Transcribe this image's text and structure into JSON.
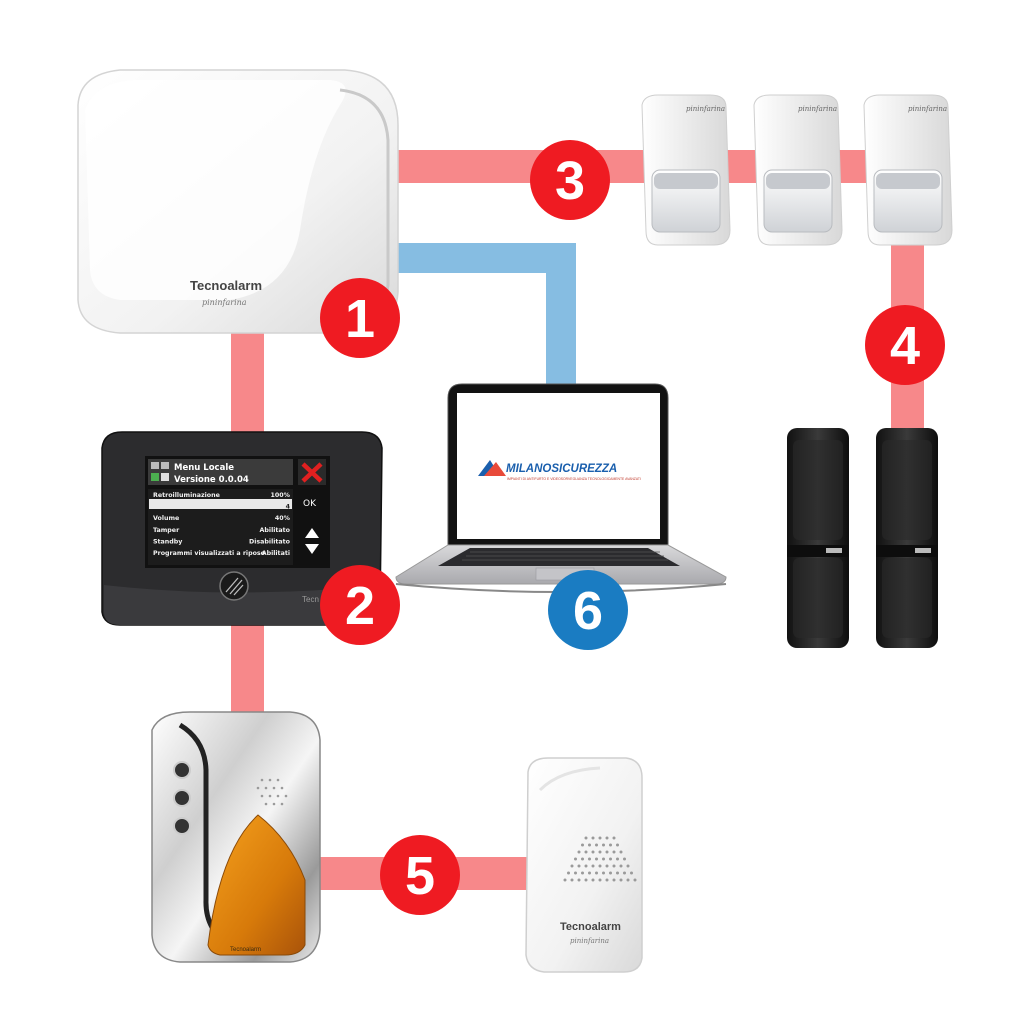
{
  "colors": {
    "red_link": "#f7888a",
    "blue_link": "#86bde2",
    "badge_red": "#ef1b22",
    "badge_blue": "#1a7cc2",
    "device_white": "#f4f4f4",
    "keypad_body": "#2c2c2e"
  },
  "badges": [
    "1",
    "2",
    "3",
    "4",
    "5",
    "6"
  ],
  "panel": {
    "brand": "Tecnoalarm",
    "sub": "pininfarina"
  },
  "keypad": {
    "header_line1": "Menu Locale",
    "header_line2": "Versione 0.0.04",
    "ok": "OK",
    "brand": "Tecn",
    "rows": [
      {
        "label": "Retroilluminazione",
        "value": "100%"
      },
      {
        "label": "",
        "value": "4"
      },
      {
        "label": "Volume",
        "value": "40%"
      },
      {
        "label": "Tamper",
        "value": "Abilitato"
      },
      {
        "label": "Standby",
        "value": "Disabilitato"
      },
      {
        "label": "Programmi visualizzati a riposo",
        "value": "Abilitati"
      }
    ]
  },
  "pir": {
    "brand": "pininfarina"
  },
  "laptop": {
    "logo": "MILANOSICUREZZA",
    "tagline": "IMPIANTI DI ANTIFURTO E VIDEOSORVEGLIANZA TECNOLOGICAMENTE AVANZATI"
  },
  "siren_indoor": {
    "brand": "Tecnoalarm",
    "sub": "pininfarina"
  },
  "siren_outdoor": {
    "brand": "Tecnoalarm"
  }
}
